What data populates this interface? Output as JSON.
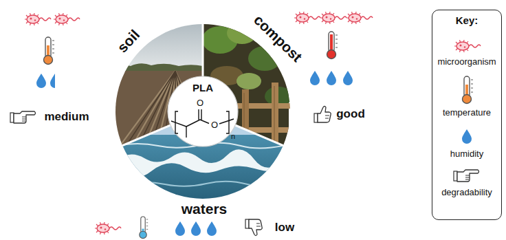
{
  "diagram": {
    "nodes": [
      {
        "text": [
          "PLA"
        ]
      },
      {
        "text": [
          "Key:"
        ]
      }
    ],
    "labels": [
      "soil",
      "compost",
      "waters",
      "O",
      "O",
      "n",
      "medium",
      "good",
      "low"
    ],
    "legend": [
      {
        "text": "microorganism"
      },
      {
        "text": "temperature"
      },
      {
        "text": "humidity"
      },
      {
        "text": "degradability"
      }
    ]
  }
}
